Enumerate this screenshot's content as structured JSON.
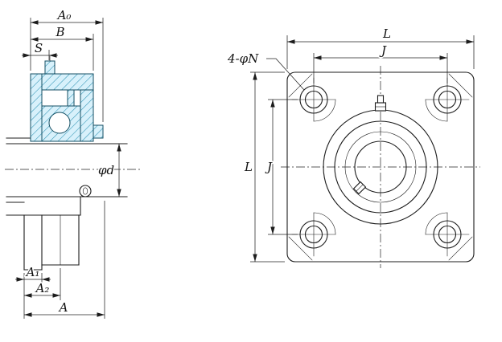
{
  "diagram": {
    "colors": {
      "background": "#ffffff",
      "line": "#1c1c1c",
      "section_fill": "#d8f1fb",
      "section_hatch": "#2f93b4",
      "section_outline": "#134e63"
    },
    "left_view": {
      "dim_labels": {
        "a0": "A₀",
        "b": "B",
        "s": "S",
        "phi_d": "φd",
        "a1": "A₁",
        "a2": "A₂",
        "a": "A"
      }
    },
    "right_view": {
      "dim_labels": {
        "l_top": "L",
        "j_top": "J",
        "l_side": "L",
        "j_side": "J",
        "bolt_holes": "4-φN"
      }
    }
  }
}
